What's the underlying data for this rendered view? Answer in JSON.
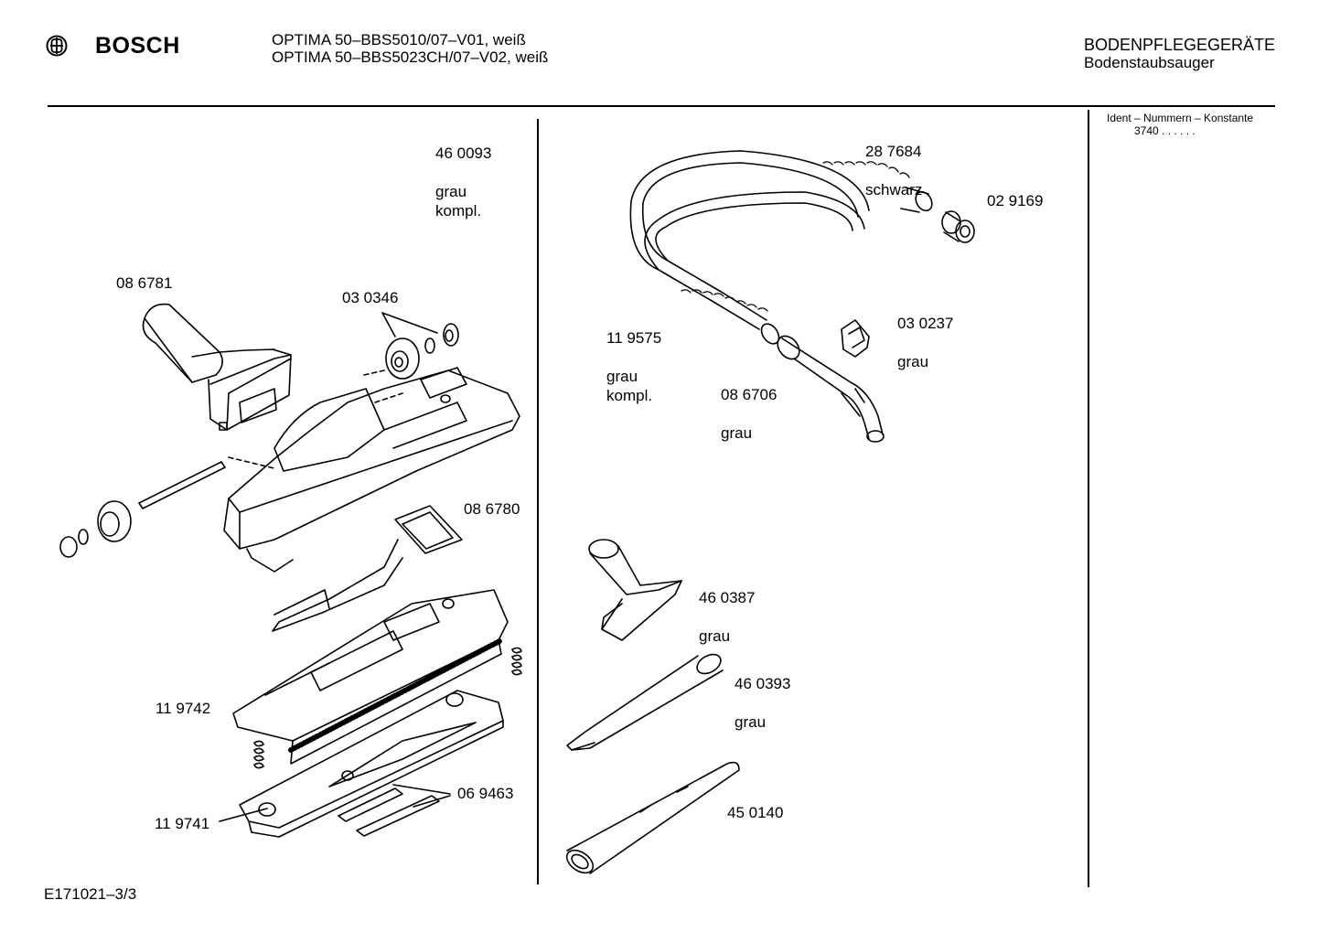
{
  "brand": "BOSCH",
  "models": [
    "OPTIMA 50–BBS5010/07–V01, weiß",
    "OPTIMA 50–BBS5023CH/07–V02, weiß"
  ],
  "category": {
    "title": "BODENPFLEGEGERÄTE",
    "subtitle": "Bodenstaubsauger"
  },
  "ident": {
    "label": "Ident – Nummern – Konstante",
    "value": "3740  . .   . . . ."
  },
  "footer_code": "E171021–3/3",
  "parts": {
    "p460093": {
      "number": "46 0093",
      "desc": "grau\nkompl."
    },
    "p086781": {
      "number": "08 6781",
      "desc": ""
    },
    "p030346": {
      "number": "03 0346",
      "desc": ""
    },
    "p086780": {
      "number": "08 6780",
      "desc": ""
    },
    "p119742": {
      "number": "11 9742",
      "desc": ""
    },
    "p069463": {
      "number": "06 9463",
      "desc": ""
    },
    "p119741": {
      "number": "11 9741",
      "desc": ""
    },
    "p287684": {
      "number": "28 7684",
      "desc": "schwarz"
    },
    "p029169": {
      "number": "02 9169",
      "desc": ""
    },
    "p119575": {
      "number": "11 9575",
      "desc": "grau\nkompl."
    },
    "p030237": {
      "number": "03 0237",
      "desc": "grau"
    },
    "p086706": {
      "number": "08 6706",
      "desc": "grau"
    },
    "p460387": {
      "number": "46 0387",
      "desc": "grau"
    },
    "p460393": {
      "number": "46 0393",
      "desc": "grau"
    },
    "p450140": {
      "number": "45 0140",
      "desc": ""
    }
  }
}
